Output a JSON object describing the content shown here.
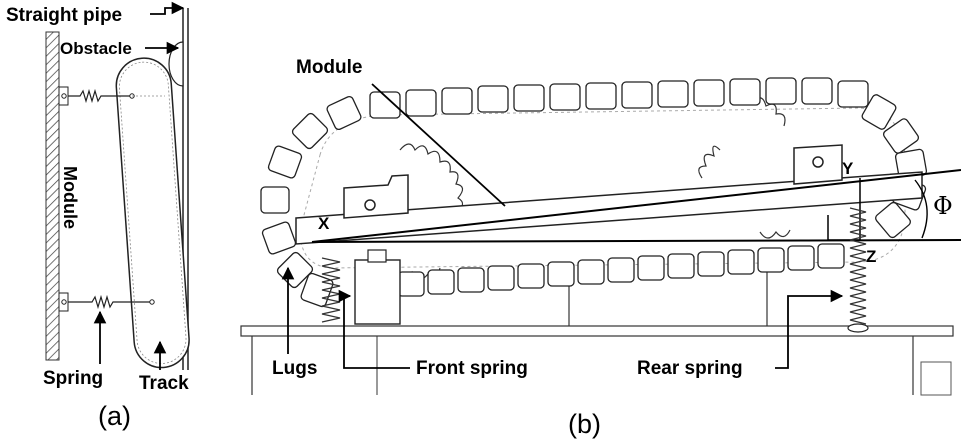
{
  "figure": {
    "panel_a": {
      "label_straight_pipe": "Straight pipe",
      "label_obstacle": "Obstacle",
      "label_module": "Module",
      "label_spring": "Spring",
      "label_track": "Track",
      "caption": "(a)"
    },
    "panel_b": {
      "label_module": "Module",
      "label_lugs": "Lugs",
      "label_front_spring": "Front spring",
      "label_rear_spring": "Rear spring",
      "point_x": "X",
      "point_y": "Y",
      "point_z": "Z",
      "angle_symbol": "Φ",
      "caption": "(b)"
    }
  }
}
